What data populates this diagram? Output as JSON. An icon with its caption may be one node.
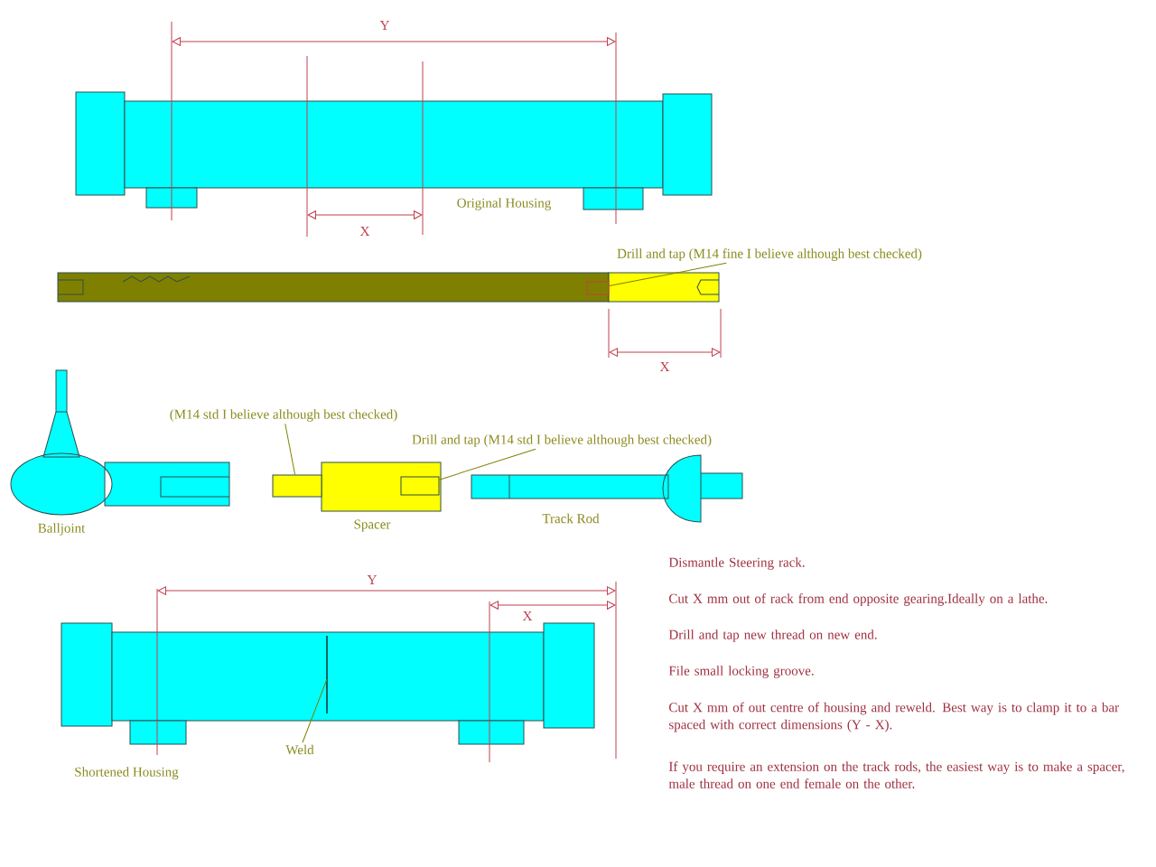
{
  "diagram": {
    "nodes": [
      {
        "text": [
          "Drill and tap (M14 fine I believe although best checked)"
        ]
      },
      {
        "text": [],
        "shape": "box"
      },
      {
        "text": [
          "(M14 std I believe although best checked)"
        ]
      },
      {
        "text": [],
        "shape": "box"
      },
      {
        "text": [
          "Drill and tap (M14 std I believe although best checked)"
        ]
      },
      {
        "text": [],
        "shape": "box"
      },
      {
        "text": [
          "Weld"
        ]
      }
    ],
    "edges": [
      {
        "from": 0,
        "to": 1,
        "arrow": "none"
      },
      {
        "from": 2,
        "to": 3,
        "arrow": "none"
      },
      {
        "from": 4,
        "to": 5,
        "arrow": "none"
      },
      {
        "from": 6,
        "to": null,
        "arrow": "none"
      }
    ],
    "labels": [
      "Y",
      "X",
      "Original Housing",
      "X",
      "Balljoint",
      "Spacer",
      "Track Rod",
      "Y",
      "X",
      "Shortened Housing",
      "Dismantle Steering rack.",
      "Cut X mm out of rack from end opposite gearing.Ideally on a lathe.",
      "Drill and tap new thread on new end.",
      "File small locking groove.",
      "Cut X mm of out centre of housing and reweld. Best way is to clamp it to a bar spaced with correct dimensions (Y - X).",
      "If you require an extension on the track rods, the easiest way is to make a spacer, male thread on one end female on the other."
    ]
  }
}
